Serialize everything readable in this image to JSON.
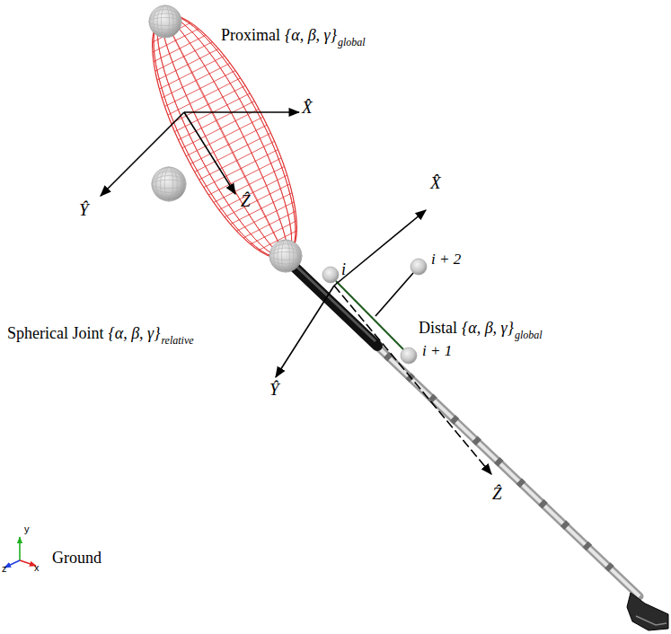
{
  "diagram": {
    "labels": [
      "Proximal",
      "{α, β, γ}",
      "global",
      "X̂",
      "Ŷ",
      "Ẑ",
      "Spherical Joint",
      "{α, β, γ}",
      "relative",
      "i",
      "X̂",
      "i + 2",
      "Distal",
      "{α, β, γ}",
      "global",
      "i + 1",
      "Ŷ",
      "Ẑ",
      "y",
      "z",
      "x",
      "Ground"
    ]
  }
}
